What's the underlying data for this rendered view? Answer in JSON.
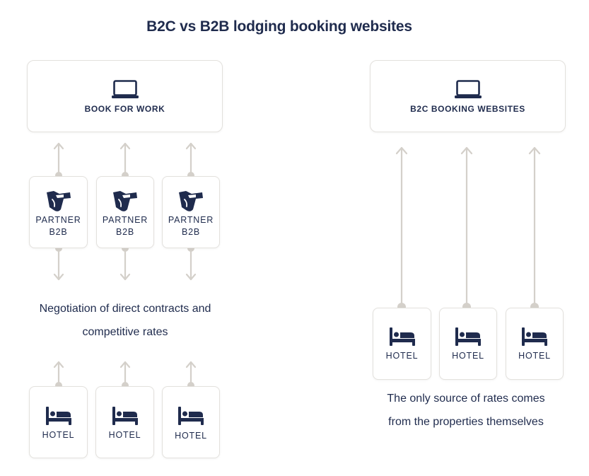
{
  "title": "B2C vs B2B lodging booking websites",
  "b2b": {
    "top_card": {
      "label": "BOOK FOR WORK",
      "icon": "laptop-icon"
    },
    "partners": [
      {
        "line1": "PARTNER",
        "line2": "B2B",
        "icon": "handshake-icon"
      },
      {
        "line1": "PARTNER",
        "line2": "B2B",
        "icon": "handshake-icon"
      },
      {
        "line1": "PARTNER",
        "line2": "B2B",
        "icon": "handshake-icon"
      }
    ],
    "caption_line1": "Negotiation of direct contracts and",
    "caption_line2": "competitive rates",
    "hotels": [
      {
        "label": "HOTEL",
        "icon": "bed-icon"
      },
      {
        "label": "HOTEL",
        "icon": "bed-icon"
      },
      {
        "label": "HOTEL",
        "icon": "bed-icon"
      }
    ]
  },
  "b2c": {
    "top_card": {
      "label": "B2C BOOKING WEBSITES",
      "icon": "laptop-icon"
    },
    "hotels": [
      {
        "label": "HOTEL",
        "icon": "bed-icon"
      },
      {
        "label": "HOTEL",
        "icon": "bed-icon"
      },
      {
        "label": "HOTEL",
        "icon": "bed-icon"
      }
    ],
    "caption_line1": "The only source of rates comes",
    "caption_line2": "from the properties themselves"
  },
  "colors": {
    "text": "#1f2b4d",
    "icon": "#1f2b4d",
    "connector": "#d4d0ca",
    "card_border": "#e3e1dd"
  }
}
